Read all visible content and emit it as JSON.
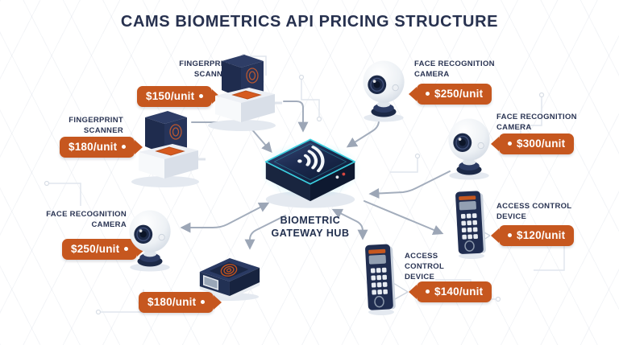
{
  "title": "CAMS BIOMETRICS API PRICING STRUCTURE",
  "hub": {
    "label": "BIOMETRIC\nGATEWAY HUB",
    "icon": "wifi-icon"
  },
  "devices": [
    {
      "type": "fingerprint-scanner",
      "label": "FINGERPRINT\nSCANNER",
      "price": "$150/unit"
    },
    {
      "type": "face-recognition-camera",
      "label": "FACE RECOGNITION\nCAMERA",
      "price": "$250/unit"
    },
    {
      "type": "fingerprint-scanner",
      "label": "FINGERPRINT\nSCANNER",
      "price": "$180/unit"
    },
    {
      "type": "face-recognition-camera",
      "label": "FACE RECOGNITION\nCAMERA",
      "price": "$300/unit"
    },
    {
      "type": "face-recognition-camera",
      "label": "FACE RECOGNITION\nCAMERA",
      "price": "$250/unit"
    },
    {
      "type": "fingerprint-scanner-flat",
      "price": "$180/unit"
    },
    {
      "type": "access-control-device",
      "label": "ACCESS\nCONTROL\nDEVICE",
      "price": "$140/unit"
    },
    {
      "type": "access-control-device",
      "label": "ACCESS CONTROL\nDEVICE",
      "price": "$120/unit"
    }
  ],
  "colors": {
    "accent_orange": "#C6571F",
    "navy": "#27314F",
    "teal": "#3BD0E0",
    "connector_gray": "#A3ADBC"
  }
}
